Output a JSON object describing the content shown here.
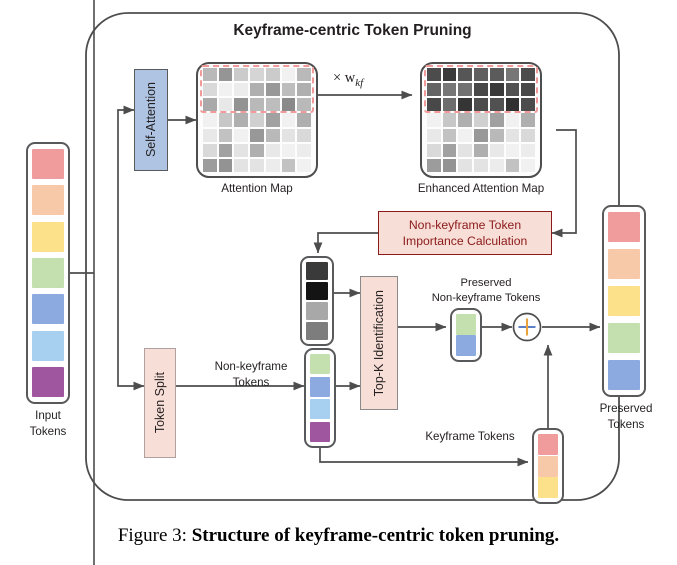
{
  "figure": {
    "caption_prefix": "Figure 3:",
    "caption_bold": "Structure of keyframe-centric token pruning.",
    "panel_title": "Keyframe-centric Token Pruning"
  },
  "labels": {
    "input_tokens_l1": "Input",
    "input_tokens_l2": "Tokens",
    "self_attention": "Self-Attention",
    "attention_map": "Attention Map",
    "enhanced_attention_map": "Enhanced Attention Map",
    "weight_multiplier": "× w",
    "weight_subscript": "kf",
    "importance_box_l1": "Non-keyframe Token",
    "importance_box_l2": "Importance Calculation",
    "token_split": "Token Split",
    "non_keyframe_tokens_l1": "Non-keyframe",
    "non_keyframe_tokens_l2": "Tokens",
    "topk": "Top-K Identification",
    "preserved_nonkf_l1": "Preserved",
    "preserved_nonkf_l2": "Non-keyframe Tokens",
    "keyframe_tokens": "Keyframe Tokens",
    "preserved_tokens_l1": "Preserved",
    "preserved_tokens_l2": "Tokens",
    "plus_symbol": "+"
  },
  "colors": {
    "token_red": "#f09c9c",
    "token_orange": "#f7c9a8",
    "token_yellow": "#fce08a",
    "token_green": "#c3e0ae",
    "token_blue": "#8caadf",
    "token_lightblue": "#a7cfef",
    "token_purple": "#a0569f",
    "self_attention_fill": "#aec4e2",
    "pink_fill": "#f7ded6",
    "dashed_highlight": "#f19a9a",
    "importance_text": "#8b1a1a",
    "outline": "#58595b",
    "arrow": "#4d4d4d"
  },
  "tokens": {
    "input": [
      "#f09c9c",
      "#f7c9a8",
      "#fce08a",
      "#c3e0ae",
      "#8caadf",
      "#a7cfef",
      "#a0569f"
    ],
    "non_keyframe": [
      "#c3e0ae",
      "#8caadf",
      "#a7cfef",
      "#a0569f"
    ],
    "keyframe": [
      "#f09c9c",
      "#f7c9a8",
      "#fce08a"
    ],
    "preserved_non_keyframe": [
      "#c3e0ae",
      "#8caadf"
    ],
    "preserved": [
      "#f09c9c",
      "#f7c9a8",
      "#fce08a",
      "#c3e0ae",
      "#8caadf"
    ],
    "importance_scores": [
      "#3a3a3a",
      "#141414",
      "#a8a8a8",
      "#7d7d7d"
    ]
  },
  "chart_data": {
    "type": "heatmap",
    "title": "Attention Map",
    "rows": 7,
    "cols": 7,
    "keyframe_rows": 3,
    "note": "grayscale attention weights, 0 = white (low), 1 = black (high)",
    "attention_map": [
      [
        0.3,
        0.45,
        0.22,
        0.18,
        0.22,
        0.06,
        0.3
      ],
      [
        0.16,
        0.06,
        0.08,
        0.34,
        0.44,
        0.28,
        0.34
      ],
      [
        0.36,
        0.1,
        0.46,
        0.3,
        0.28,
        0.5,
        0.3
      ],
      [
        0.06,
        0.24,
        0.34,
        0.2,
        0.4,
        0.06,
        0.34
      ],
      [
        0.1,
        0.26,
        0.06,
        0.44,
        0.3,
        0.12,
        0.16
      ],
      [
        0.16,
        0.4,
        0.12,
        0.34,
        0.1,
        0.06,
        0.08
      ],
      [
        0.42,
        0.46,
        0.12,
        0.12,
        0.08,
        0.26,
        0.06
      ]
    ],
    "enhanced_attention_map": [
      [
        0.76,
        0.84,
        0.72,
        0.68,
        0.7,
        0.58,
        0.76
      ],
      [
        0.66,
        0.58,
        0.6,
        0.78,
        0.84,
        0.74,
        0.78
      ],
      [
        0.78,
        0.62,
        0.86,
        0.76,
        0.74,
        0.88,
        0.76
      ],
      [
        0.06,
        0.24,
        0.34,
        0.2,
        0.4,
        0.06,
        0.34
      ],
      [
        0.1,
        0.26,
        0.06,
        0.44,
        0.3,
        0.12,
        0.16
      ],
      [
        0.16,
        0.4,
        0.12,
        0.34,
        0.1,
        0.06,
        0.08
      ],
      [
        0.42,
        0.46,
        0.12,
        0.12,
        0.08,
        0.26,
        0.06
      ]
    ]
  }
}
